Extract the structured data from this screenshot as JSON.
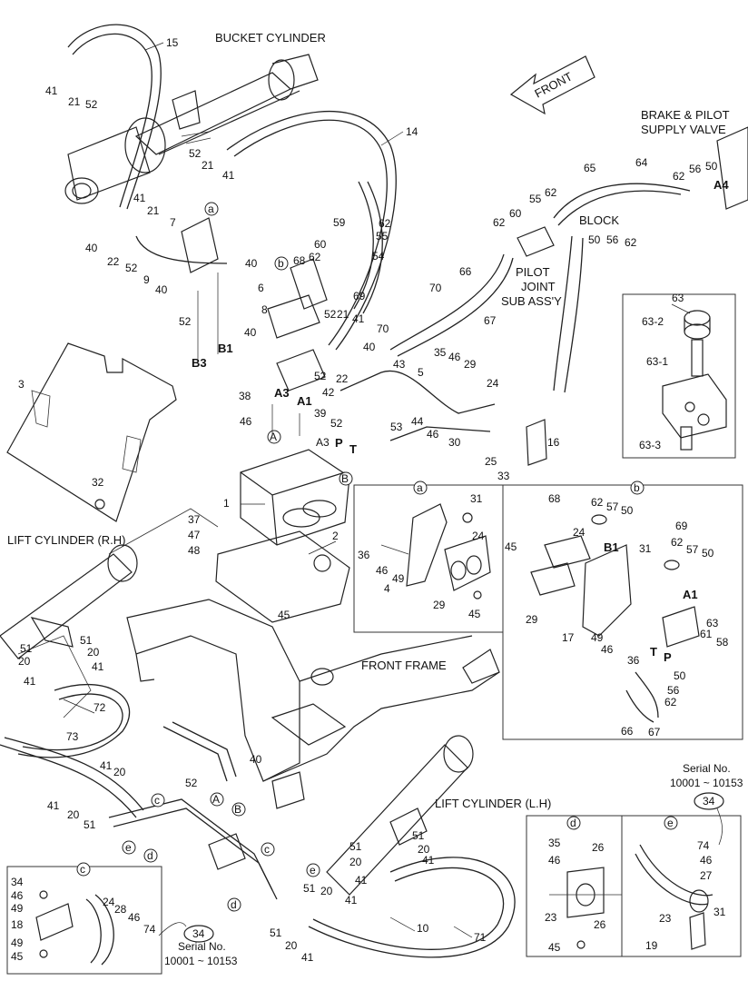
{
  "titles": {
    "bucket_cylinder": "BUCKET CYLINDER",
    "front": "FRONT",
    "brake_pilot_1": "BRAKE & PILOT",
    "brake_pilot_2": "SUPPLY VALVE",
    "block": "BLOCK",
    "pilot_1": "PILOT",
    "pilot_2": "JOINT",
    "pilot_3": "SUB ASS'Y",
    "lift_rh": "LIFT CYLINDER (R.H)",
    "front_frame": "FRONT FRAME",
    "lift_lh": "LIFT CYLINDER (L.H)"
  },
  "ports": {
    "A4": "A4",
    "B1": "B1",
    "B3": "B3",
    "A3": "A3",
    "A1": "A1",
    "P": "P",
    "T": "T",
    "B1b": "B1",
    "A1b": "A1",
    "Tb": "T",
    "Pb": "P"
  },
  "circled": {
    "a": "a",
    "b": "b",
    "A": "A",
    "B": "B",
    "c": "c",
    "d": "d",
    "e": "e"
  },
  "serial": {
    "label": "Serial No.",
    "range": "10001 ~ 10153",
    "ref": "34"
  },
  "parts": [
    "15",
    "41",
    "21",
    "52",
    "14",
    "52",
    "21",
    "41",
    "41",
    "21",
    "40",
    "22",
    "52",
    "9",
    "7",
    "40",
    "40",
    "52",
    "3",
    "32",
    "68",
    "6",
    "8",
    "40",
    "59",
    "62",
    "55",
    "60",
    "62",
    "54",
    "69",
    "52",
    "21",
    "41",
    "40",
    "22",
    "52",
    "70",
    "70",
    "66",
    "67",
    "65",
    "64",
    "62",
    "56",
    "50",
    "55",
    "62",
    "62",
    "60",
    "50",
    "56",
    "62",
    "35",
    "46",
    "29",
    "43",
    "5",
    "24",
    "44",
    "46",
    "30",
    "25",
    "33",
    "16",
    "38",
    "46",
    "39",
    "52",
    "53",
    "42",
    "A3",
    "1",
    "37",
    "47",
    "48",
    "2",
    "45",
    "31",
    "24",
    "36",
    "46",
    "49",
    "4",
    "29",
    "45",
    "68",
    "62",
    "57",
    "50",
    "69",
    "62",
    "57",
    "50",
    "45",
    "24",
    "31",
    "29",
    "17",
    "49",
    "46",
    "36",
    "63",
    "61",
    "58",
    "50",
    "56",
    "62",
    "66",
    "67",
    "63",
    "63-2",
    "63-1",
    "63-3",
    "51",
    "51",
    "20",
    "20",
    "41",
    "41",
    "72",
    "73",
    "41",
    "20",
    "41",
    "20",
    "51",
    "40",
    "52",
    "51",
    "51",
    "20",
    "20",
    "41",
    "41",
    "10",
    "71",
    "51",
    "20",
    "41",
    "51",
    "20",
    "41",
    "34",
    "46",
    "49",
    "18",
    "24",
    "28",
    "46",
    "74",
    "49",
    "45",
    "35",
    "26",
    "46",
    "23",
    "26",
    "45",
    "74",
    "46",
    "27",
    "23",
    "31",
    "19"
  ]
}
